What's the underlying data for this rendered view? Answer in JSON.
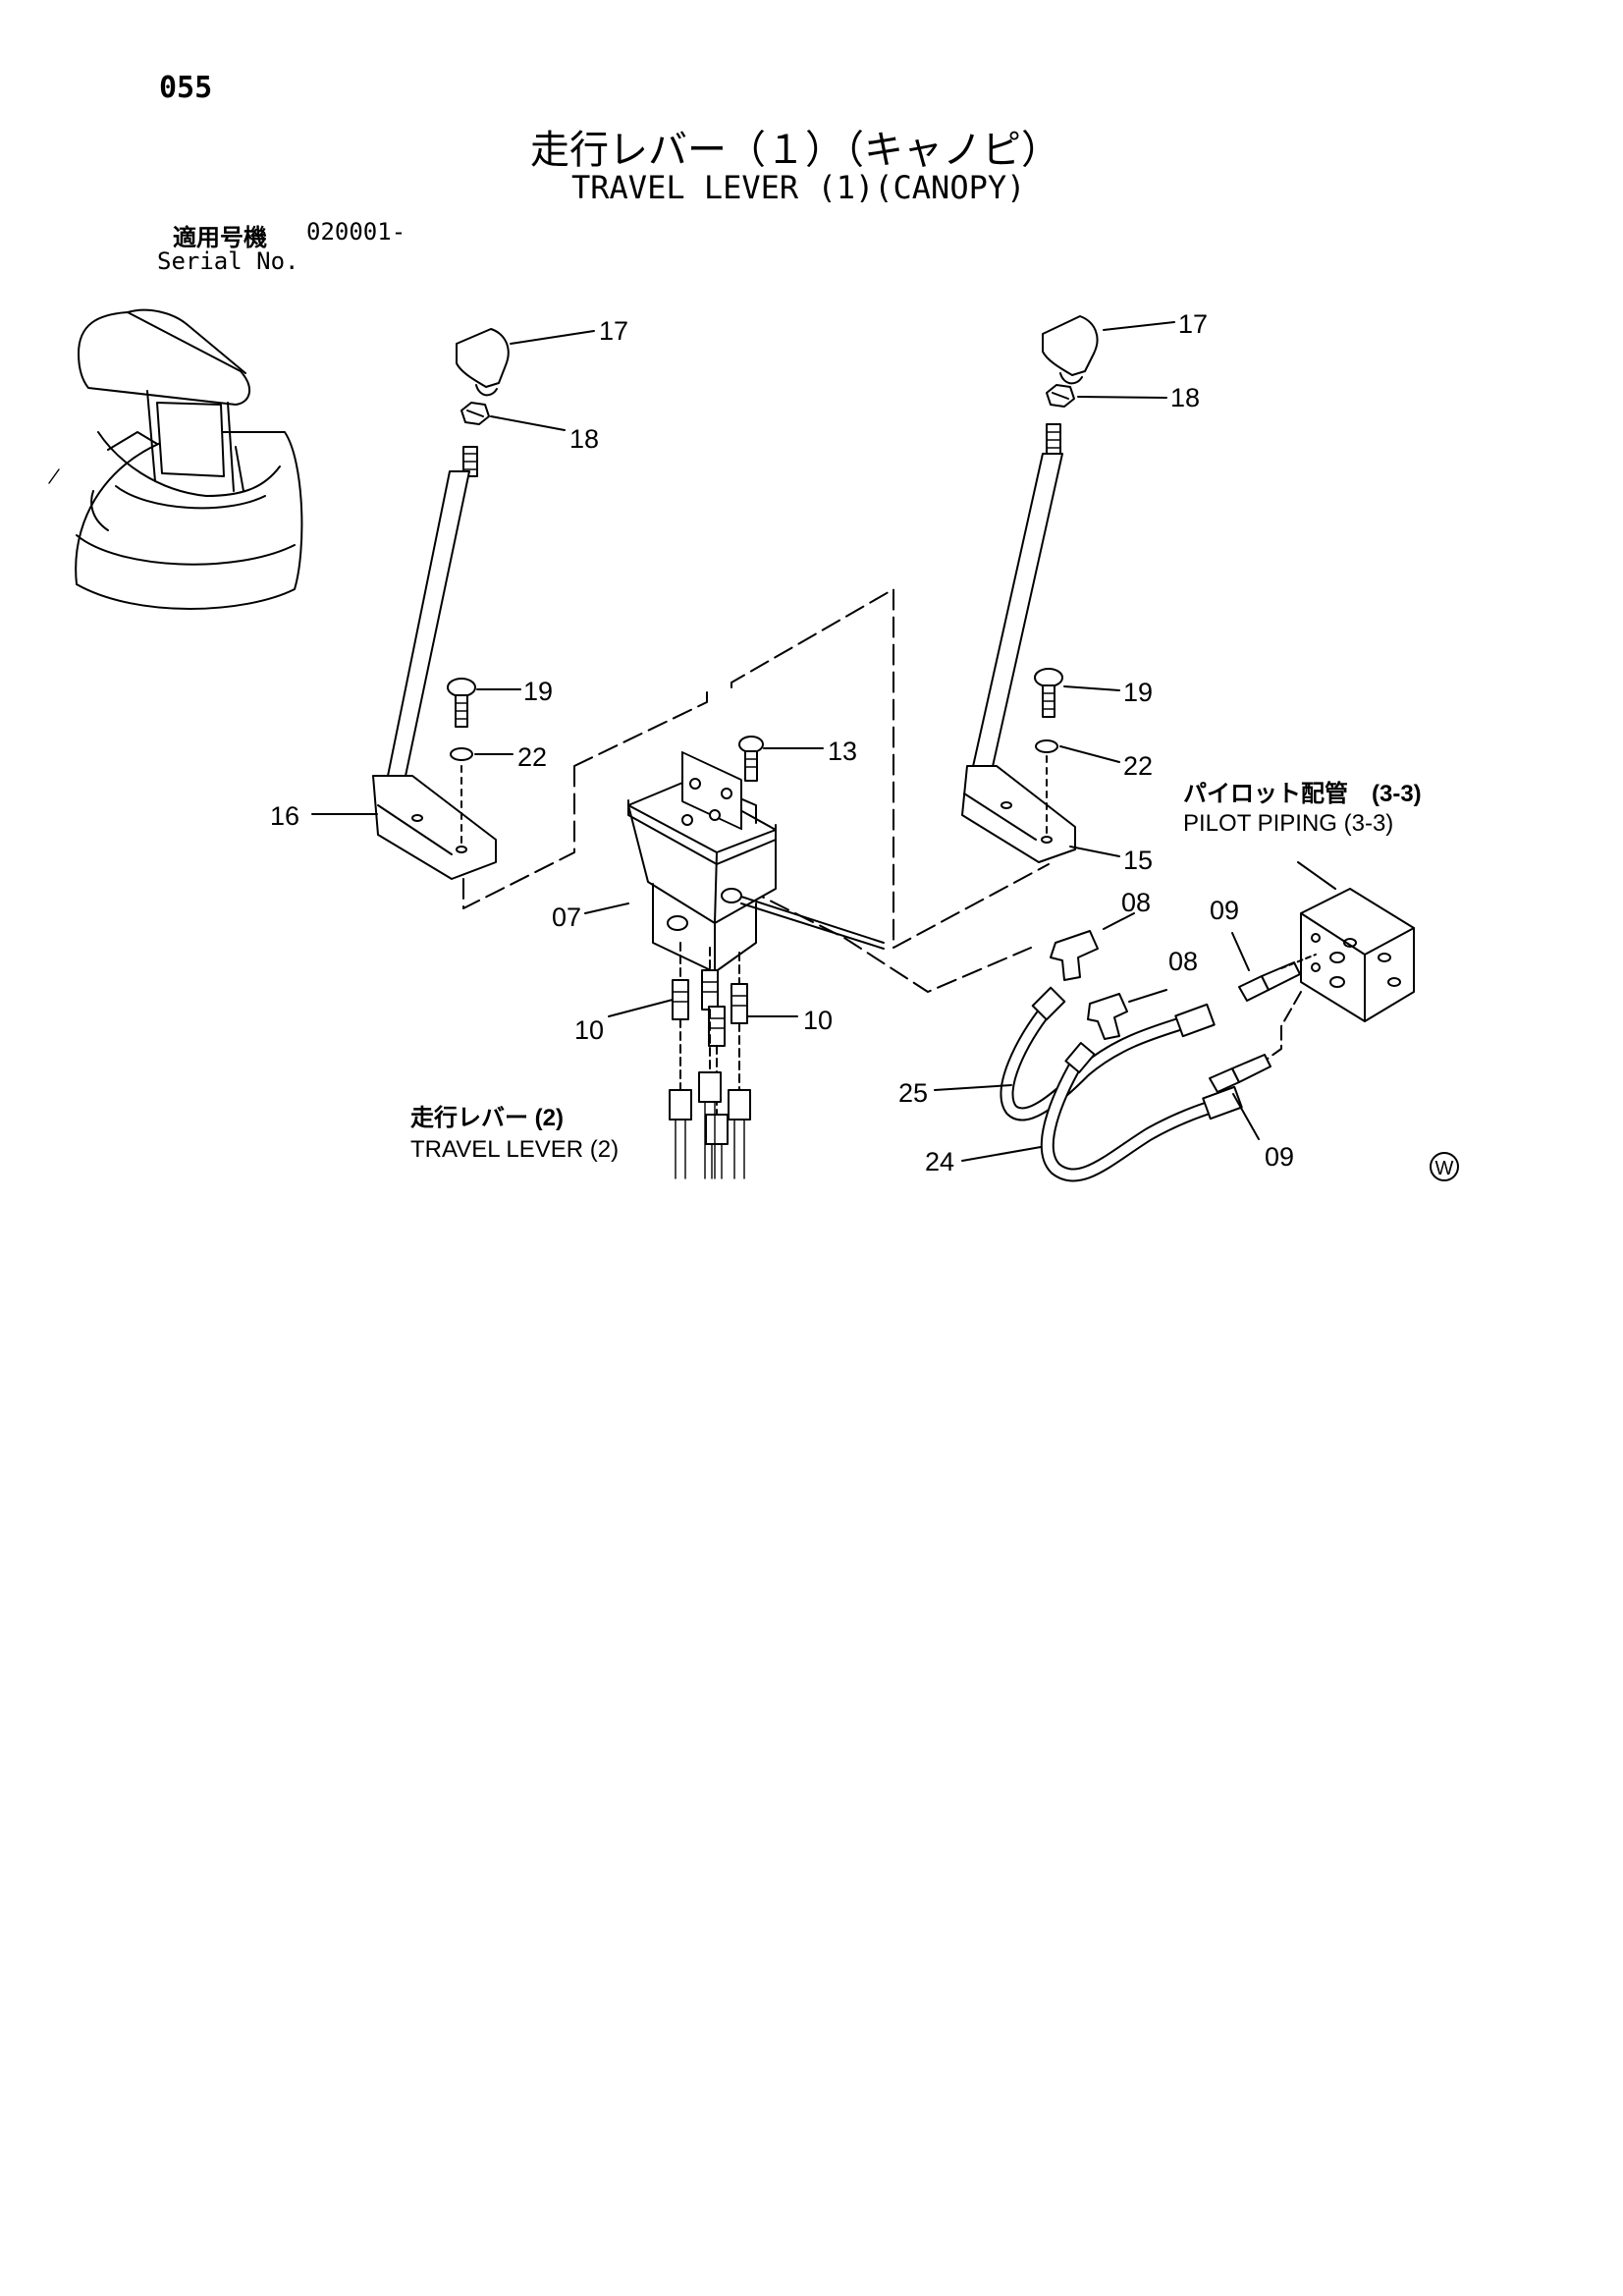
{
  "header": {
    "page_number": "055",
    "title_ja": "走行レバー（１）（キャノピ）",
    "title_en": "TRAVEL LEVER (1)(CANOPY)"
  },
  "serial": {
    "label_ja": "適用号機",
    "value": "020001-",
    "label_en": "Serial No."
  },
  "callouts": {
    "p17_left": "17",
    "p18_left": "18",
    "p19_left": "19",
    "p22_left": "22",
    "p16": "16",
    "p17_right": "17",
    "p18_right": "18",
    "p19_right": "19",
    "p22_right": "22",
    "p15": "15",
    "p13": "13",
    "p07": "07",
    "p08_upper": "08",
    "p08_lower": "08",
    "p09_upper": "09",
    "p09_lower": "09",
    "p10_left": "10",
    "p10_right": "10",
    "p25": "25",
    "p24": "24"
  },
  "notes": {
    "pilot_piping_ja": "パイロット配管　(3-3)",
    "pilot_piping_en": "PILOT PIPING (3-3)",
    "travel_lever2_ja": "走行レバー (2)",
    "travel_lever2_en": "TRAVEL LEVER (2)"
  },
  "marks": {
    "w_symbol": "W"
  }
}
